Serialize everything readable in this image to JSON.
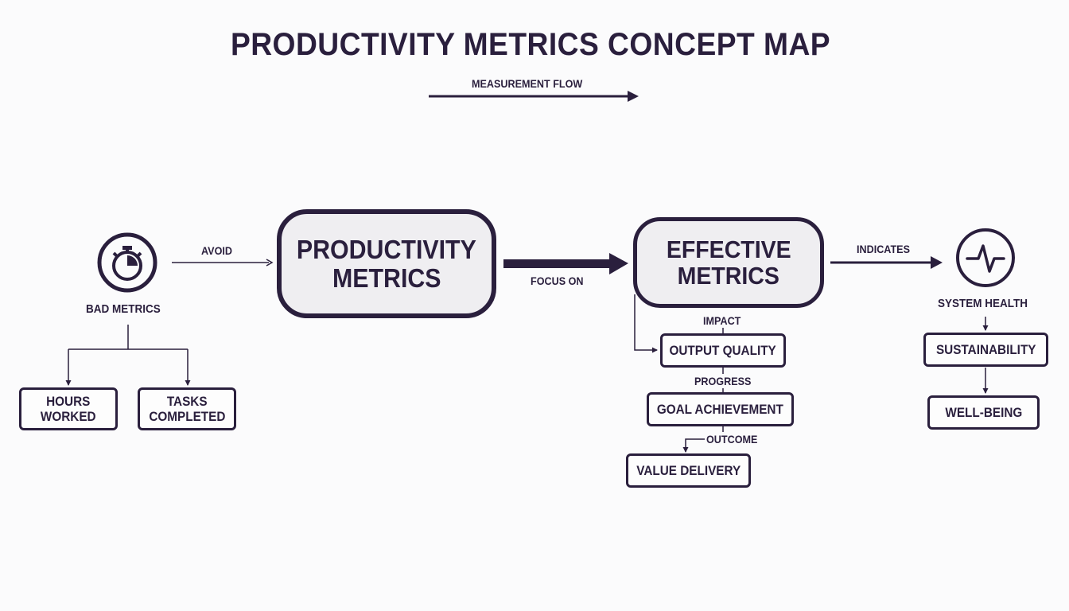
{
  "title": "PRODUCTIVITY METRICS CONCEPT MAP",
  "legend": {
    "label": "MEASUREMENT FLOW",
    "icon": "arrow-right-icon"
  },
  "colors": {
    "ink": "#2a1f3d",
    "box_fill": "#efeef1",
    "background": "#fbfbfc"
  },
  "nodes": {
    "bad_metrics": {
      "label": "BAD METRICS",
      "icon": "stopwatch-icon"
    },
    "hours_worked": {
      "line1": "HOURS",
      "line2": "WORKED"
    },
    "tasks_completed": {
      "line1": "TASKS",
      "line2": "COMPLETED"
    },
    "productivity_metrics": {
      "line1": "PRODUCTIVITY",
      "line2": "METRICS"
    },
    "effective_metrics": {
      "line1": "EFFECTIVE",
      "line2": "METRICS"
    },
    "output_quality": {
      "label": "OUTPUT QUALITY"
    },
    "goal_achievement": {
      "label": "GOAL ACHIEVEMENT"
    },
    "value_delivery": {
      "label": "VALUE DELIVERY"
    },
    "system_health": {
      "label": "SYSTEM HEALTH",
      "icon": "pulse-icon"
    },
    "sustainability": {
      "label": "SUSTAINABILITY"
    },
    "well_being": {
      "label": "WELL-BEING"
    }
  },
  "edges": {
    "avoid": "AVOID",
    "focus_on": "FOCUS ON",
    "indicates": "INDICATES",
    "impact": "IMPACT",
    "progress": "PROGRESS",
    "outcome": "OUTCOME"
  }
}
